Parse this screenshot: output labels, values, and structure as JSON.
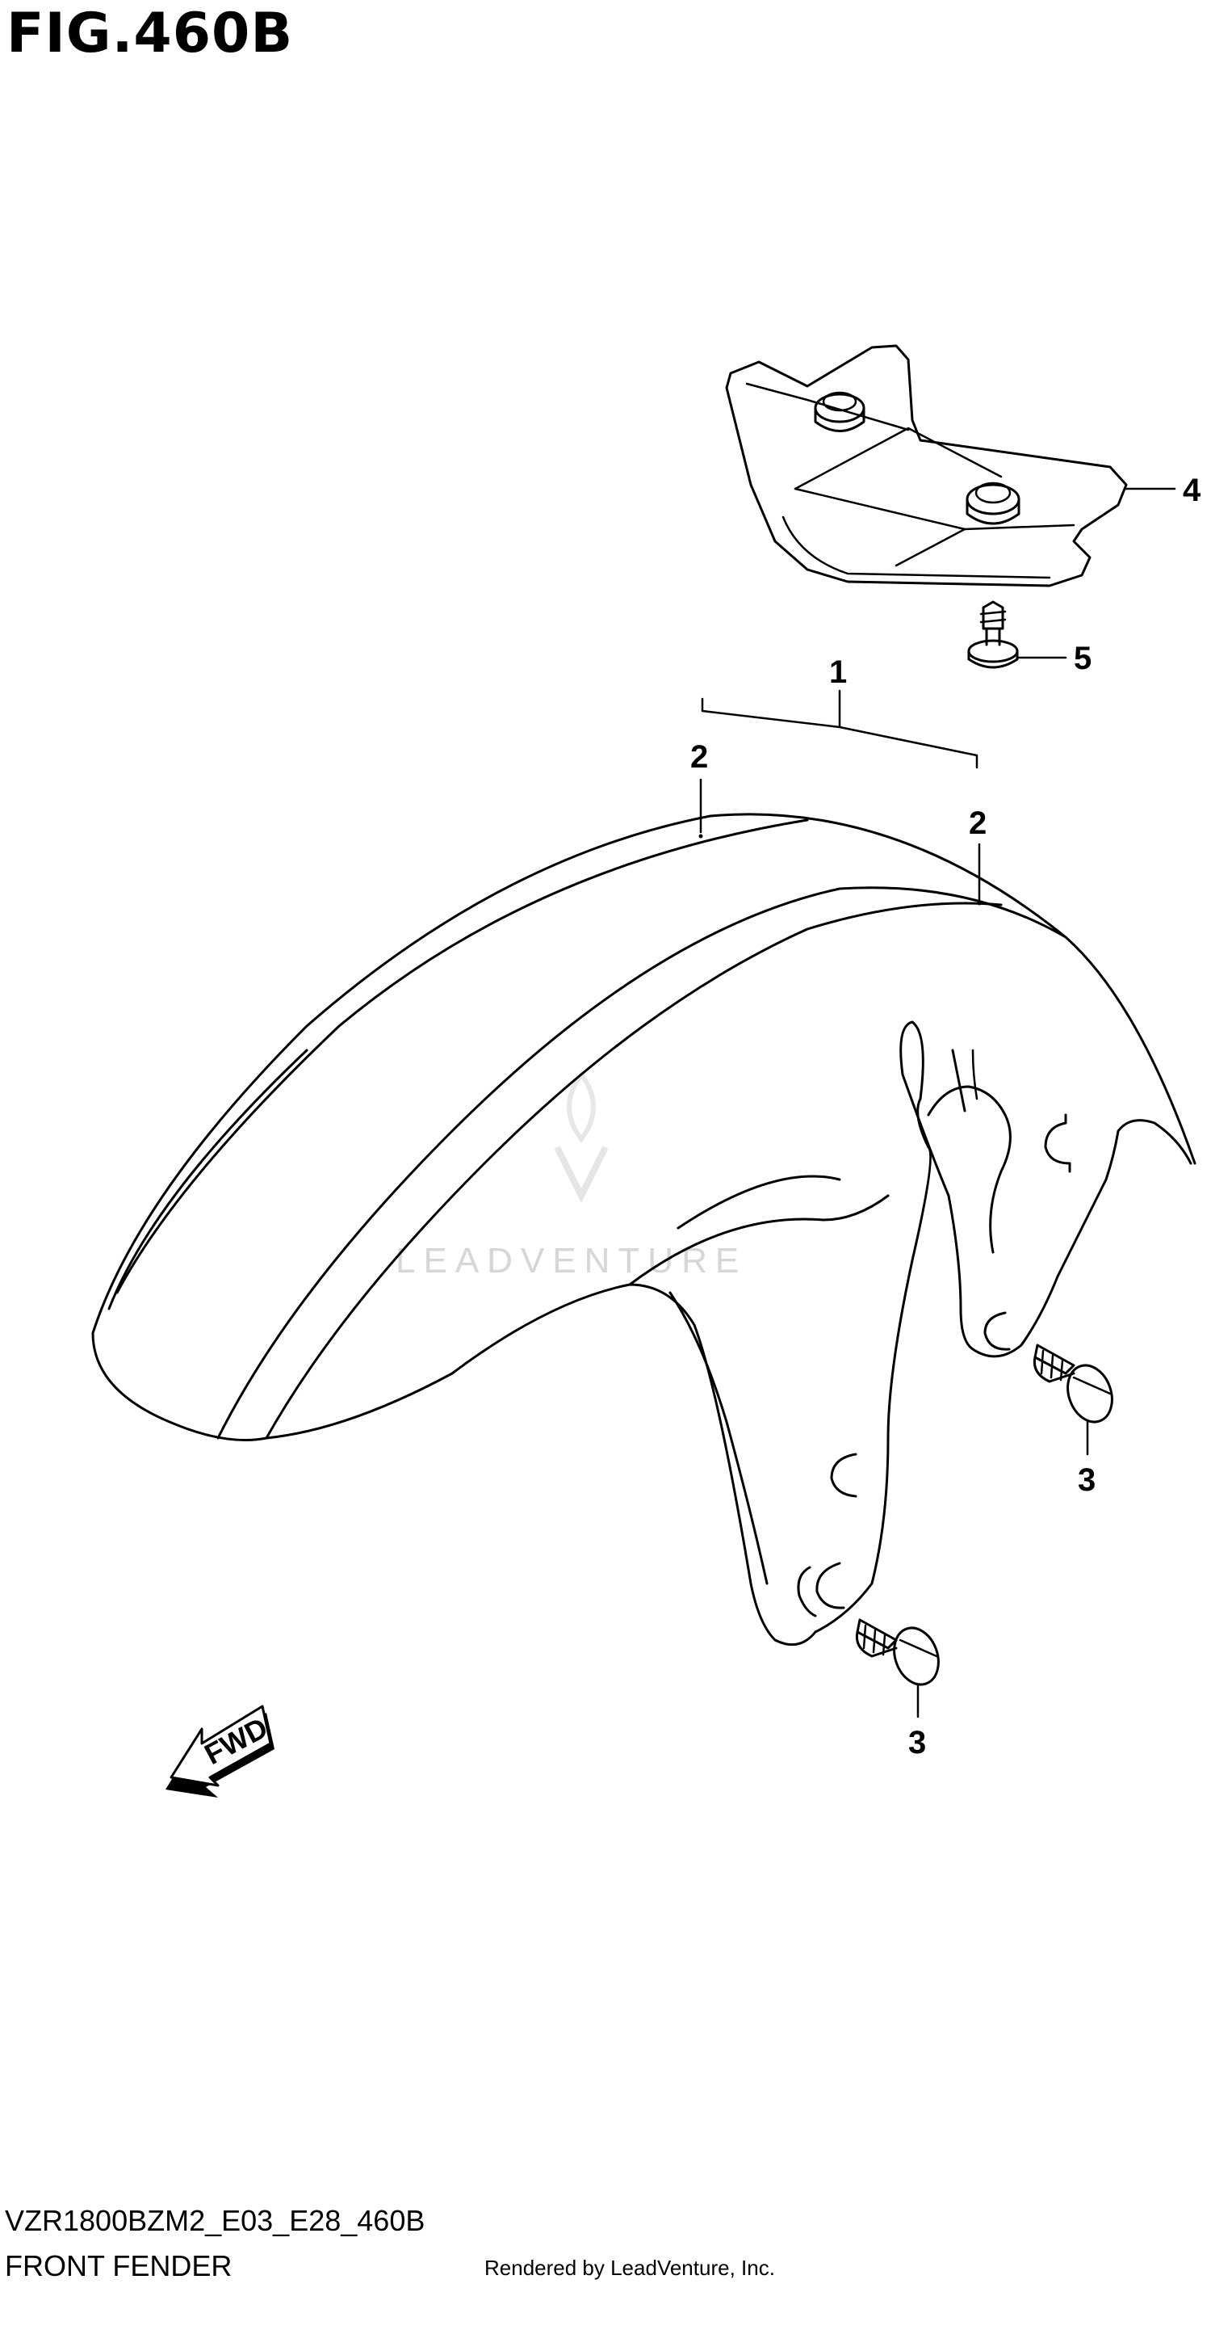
{
  "figure": {
    "title": "FIG.460B",
    "model_code": "VZR1800BZM2_E03_E28_460B",
    "section_name": "FRONT FENDER",
    "credit": "Rendered by LeadVenture, Inc.",
    "watermark": "LEADVENTURE"
  },
  "callouts": [
    {
      "id": "1",
      "label": "1"
    },
    {
      "id": "2a",
      "label": "2"
    },
    {
      "id": "2b",
      "label": "2"
    },
    {
      "id": "3a",
      "label": "3"
    },
    {
      "id": "3b",
      "label": "3"
    },
    {
      "id": "4",
      "label": "4"
    },
    {
      "id": "5",
      "label": "5"
    }
  ],
  "direction_badge": {
    "label": "FWD"
  },
  "icons": [
    "fwd-arrow-icon",
    "leadventure-logo-icon"
  ]
}
